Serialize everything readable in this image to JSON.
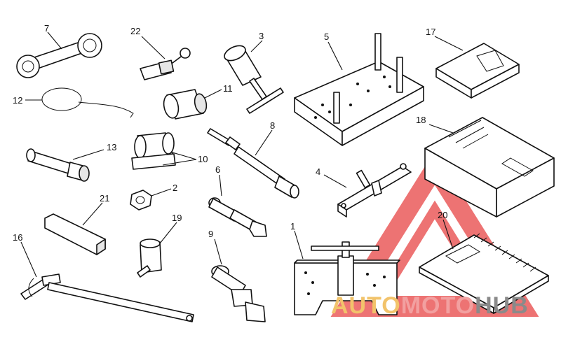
{
  "diagram": {
    "callouts": [
      "1",
      "2",
      "3",
      "4",
      "5",
      "6",
      "7",
      "8",
      "9",
      "10",
      "11",
      "12",
      "13",
      "16",
      "17",
      "18",
      "19",
      "20",
      "21",
      "22"
    ]
  },
  "watermark": {
    "word_part1": "AUTO",
    "word_part2": "MOTO",
    "word_part3": "HUB",
    "color_part1": "#f2c36b",
    "color_part2": "#f2a0a0",
    "color_part3": "#8a8a8a",
    "triangle_color": "#e84545"
  }
}
